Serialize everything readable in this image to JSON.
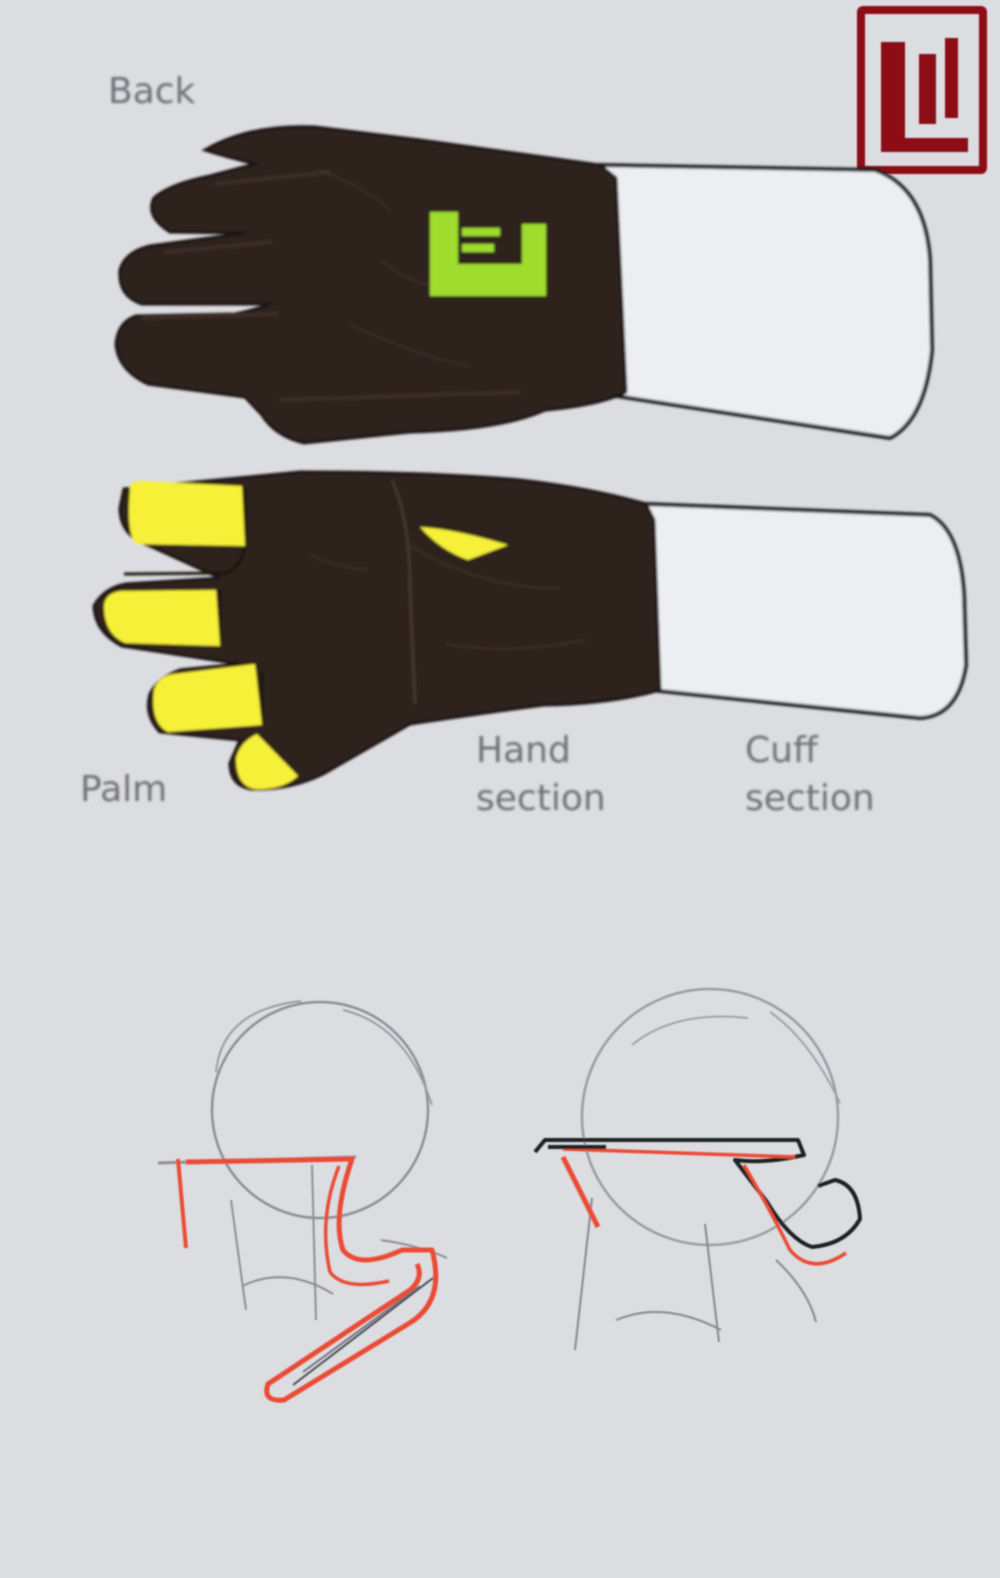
{
  "labels": {
    "back": "Back",
    "palm": "Palm",
    "hand_section": [
      "Hand",
      "section"
    ],
    "cuff_section": [
      "Cuff",
      "section"
    ]
  },
  "colors": {
    "background": "#dcdde1",
    "glove": "#2f211c",
    "cuff": "#eceef2",
    "fingertip_yellow": "#f7f038",
    "logo_green": "#9fdc2f",
    "brand_red": "#8c0d18",
    "sketch_red": "#ea4b34",
    "sketch_gray": "#8d8f94"
  },
  "icons": {
    "brand_mark": "brand-logo-icon",
    "glove_logo": "glove-logo-icon"
  }
}
